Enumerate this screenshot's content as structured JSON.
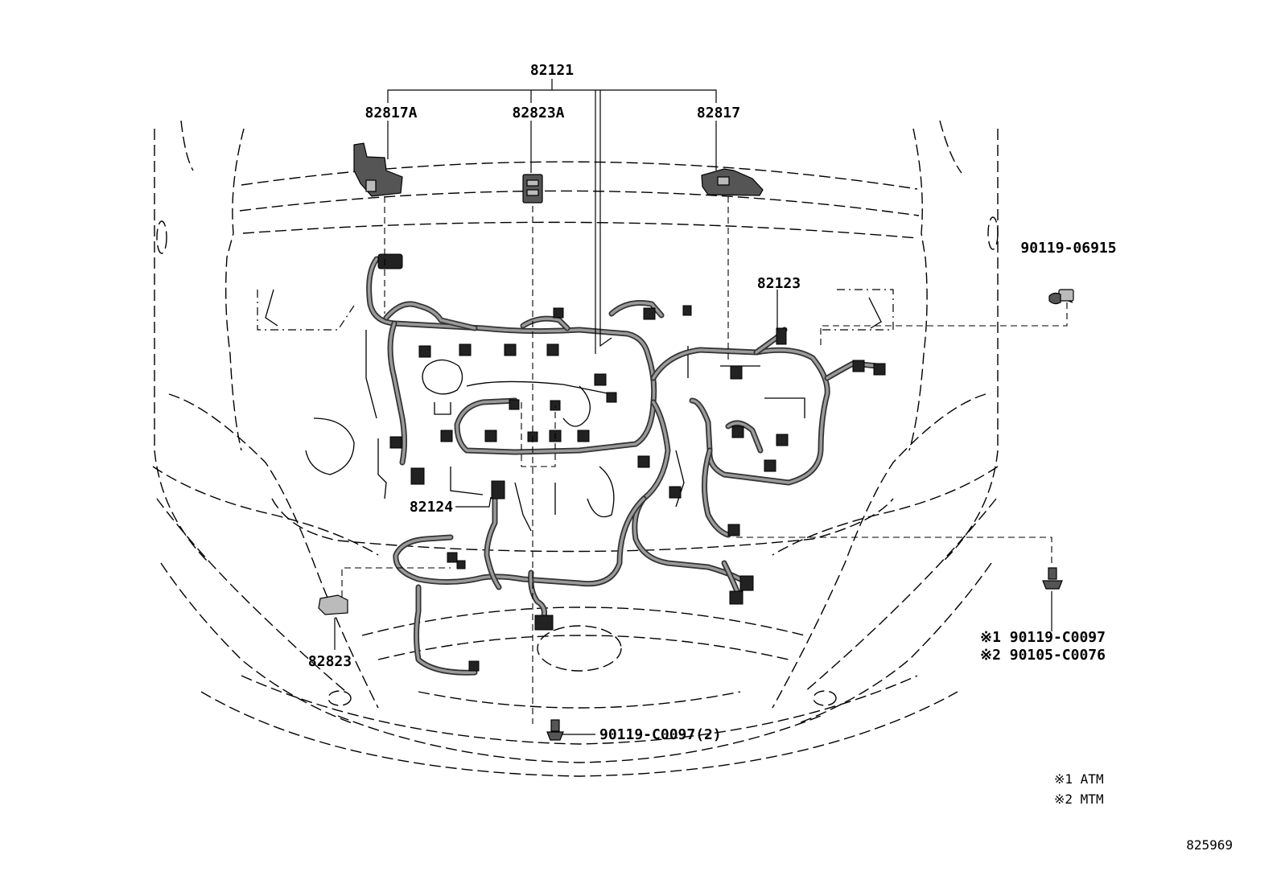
{
  "labels": {
    "main_harness": "82121",
    "clamp_left": "82817A",
    "connector_center": "82823A",
    "clamp_right": "82817",
    "harness_82123": "82123",
    "harness_82124": "82124",
    "connector_82823": "82823",
    "bolt_top_right": "90119-06915",
    "bolt_bottom": "90119-C0097(2)",
    "bolt_right_1": "※1 90119-C0097",
    "bolt_right_2": "※2 90105-C0076"
  },
  "legend": {
    "note_1": "※1 ATM",
    "note_2": "※2 MTM"
  },
  "diagram_id": "825969"
}
